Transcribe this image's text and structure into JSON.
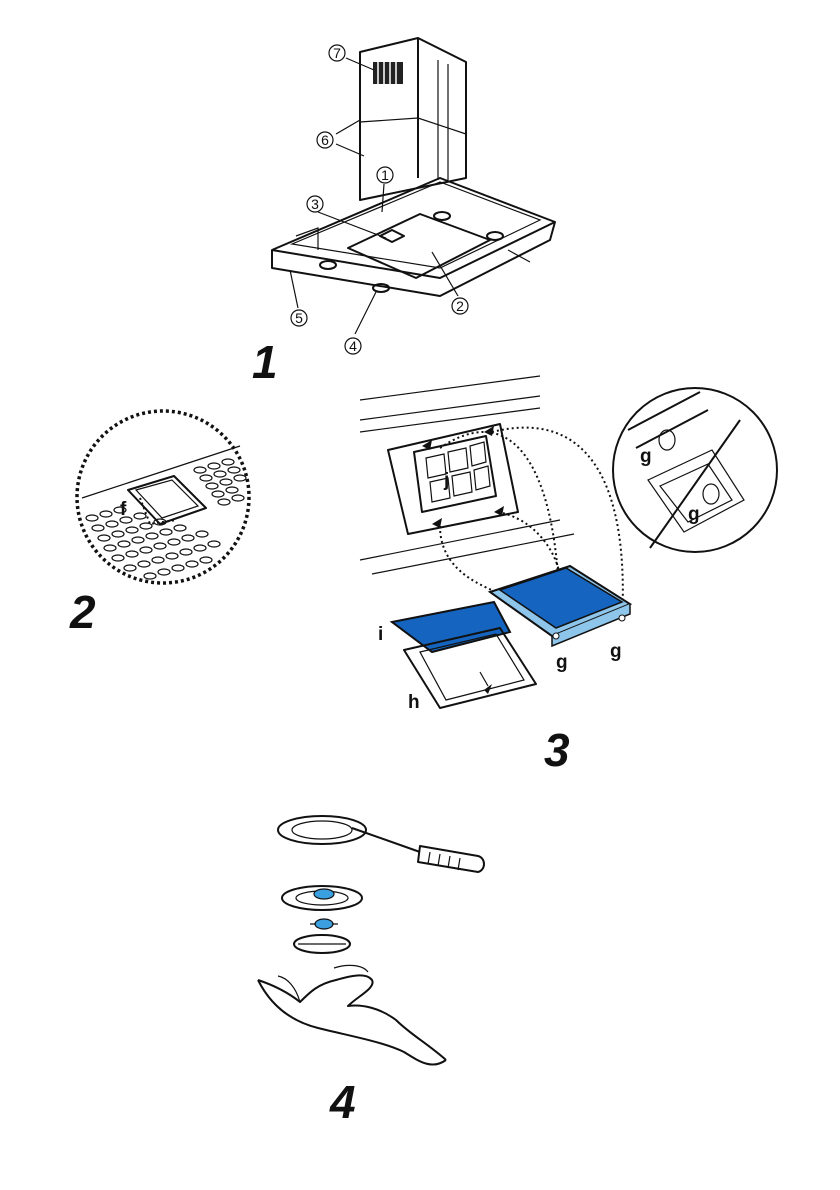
{
  "colors": {
    "filter_blue": "#1565c0",
    "frame_blue": "#8ec5ea",
    "ink": "#111111",
    "bulb_blue": "#3aa0e0"
  },
  "figures": [
    {
      "number": "1",
      "callouts": [
        "1",
        "2",
        "3",
        "4",
        "5",
        "6",
        "7"
      ]
    },
    {
      "number": "2",
      "letters": [
        "f"
      ]
    },
    {
      "number": "3",
      "letters": [
        "j",
        "g",
        "g",
        "g",
        "g",
        "i",
        "h"
      ]
    },
    {
      "number": "4"
    }
  ]
}
